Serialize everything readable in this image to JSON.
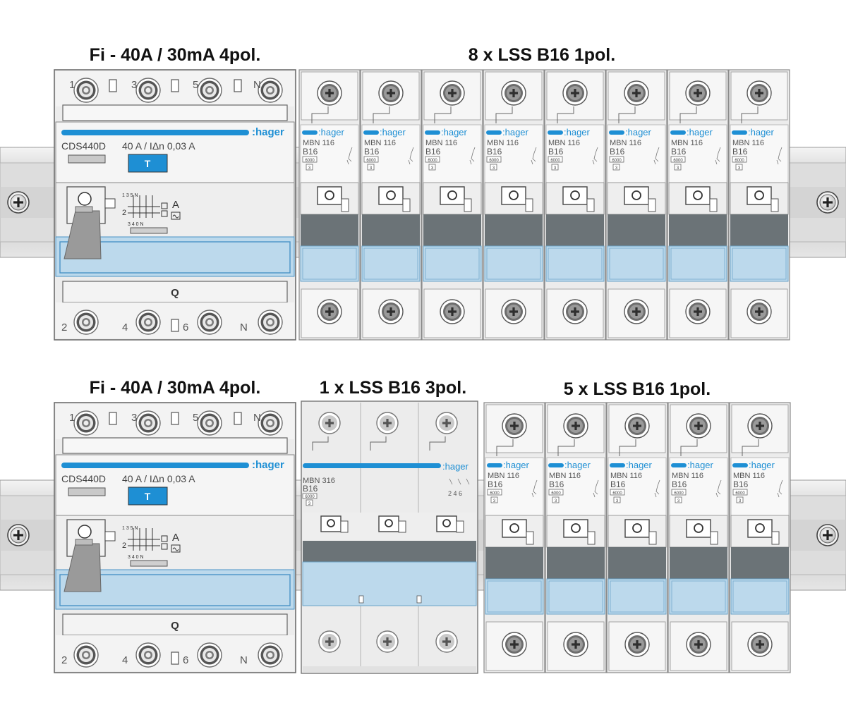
{
  "headings": {
    "row1_rcd": "Fi - 40A / 30mA 4pol.",
    "row1_mcb": "8 x LSS B16 1pol.",
    "row2_rcd": "Fi - 40A / 30mA 4pol.",
    "row2_mcb3": "1 x LSS B16 3pol.",
    "row2_mcb1": "5 x LSS B16 1pol."
  },
  "brand": ":hager",
  "rcd": {
    "model": "CDS440D",
    "rating": "40 A / IΔn 0,03 A",
    "test_button": "T",
    "top_terminals": [
      "1",
      "3",
      "5",
      "N"
    ],
    "bottom_terminals": [
      "2",
      "4",
      "6",
      "N"
    ],
    "q_label": "Q",
    "schematic_top": "1 3 5 N",
    "schematic_bottom": "3 4 0 N",
    "schematic_a": "A",
    "schematic_2": "2"
  },
  "mcb1p": {
    "brand": ":hager",
    "model": "MBN 116",
    "curve": "B16",
    "capacity": "6000",
    "class": "3"
  },
  "mcb3p": {
    "brand": ":hager",
    "model": "MBN 316",
    "curve": "B16",
    "capacity": "6000",
    "class": "3",
    "pole_numbers": "2 4 6"
  },
  "counts": {
    "row1_single_pole": 8,
    "row2_three_pole": 1,
    "row2_single_pole": 5
  },
  "colors": {
    "hager_blue": "#1e8fd4",
    "window_blue": "#bcd9ec",
    "handle_grey": "#6b7377",
    "housing": "#ececec",
    "rail": "#d7d7d7"
  }
}
